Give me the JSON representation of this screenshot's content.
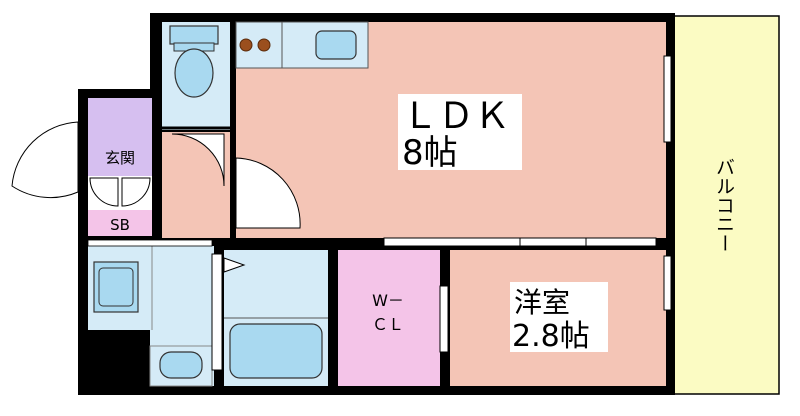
{
  "rooms": {
    "ldk": {
      "name": "ＬＤＫ",
      "size": "8帖"
    },
    "western": {
      "name": "洋室",
      "size": "2.8帖"
    },
    "entrance": {
      "name": "玄関"
    },
    "shoe_box": {
      "name": "SB"
    },
    "closet": {
      "line1": "W－",
      "line2": "ＣＬ"
    },
    "balcony": {
      "name": "バルコニー"
    }
  },
  "colors": {
    "ldk": "#f4c5b6",
    "western": "#f4c5b6",
    "hall": "#f4c5b6",
    "entrance": "#d6bff0",
    "shoe_box": "#f4c4e8",
    "closet": "#f4c4e8",
    "wet_area": "#d5ebf7",
    "fixture": "#a9d9f0",
    "balcony": "#fbfbc3",
    "wall": "#000000"
  }
}
